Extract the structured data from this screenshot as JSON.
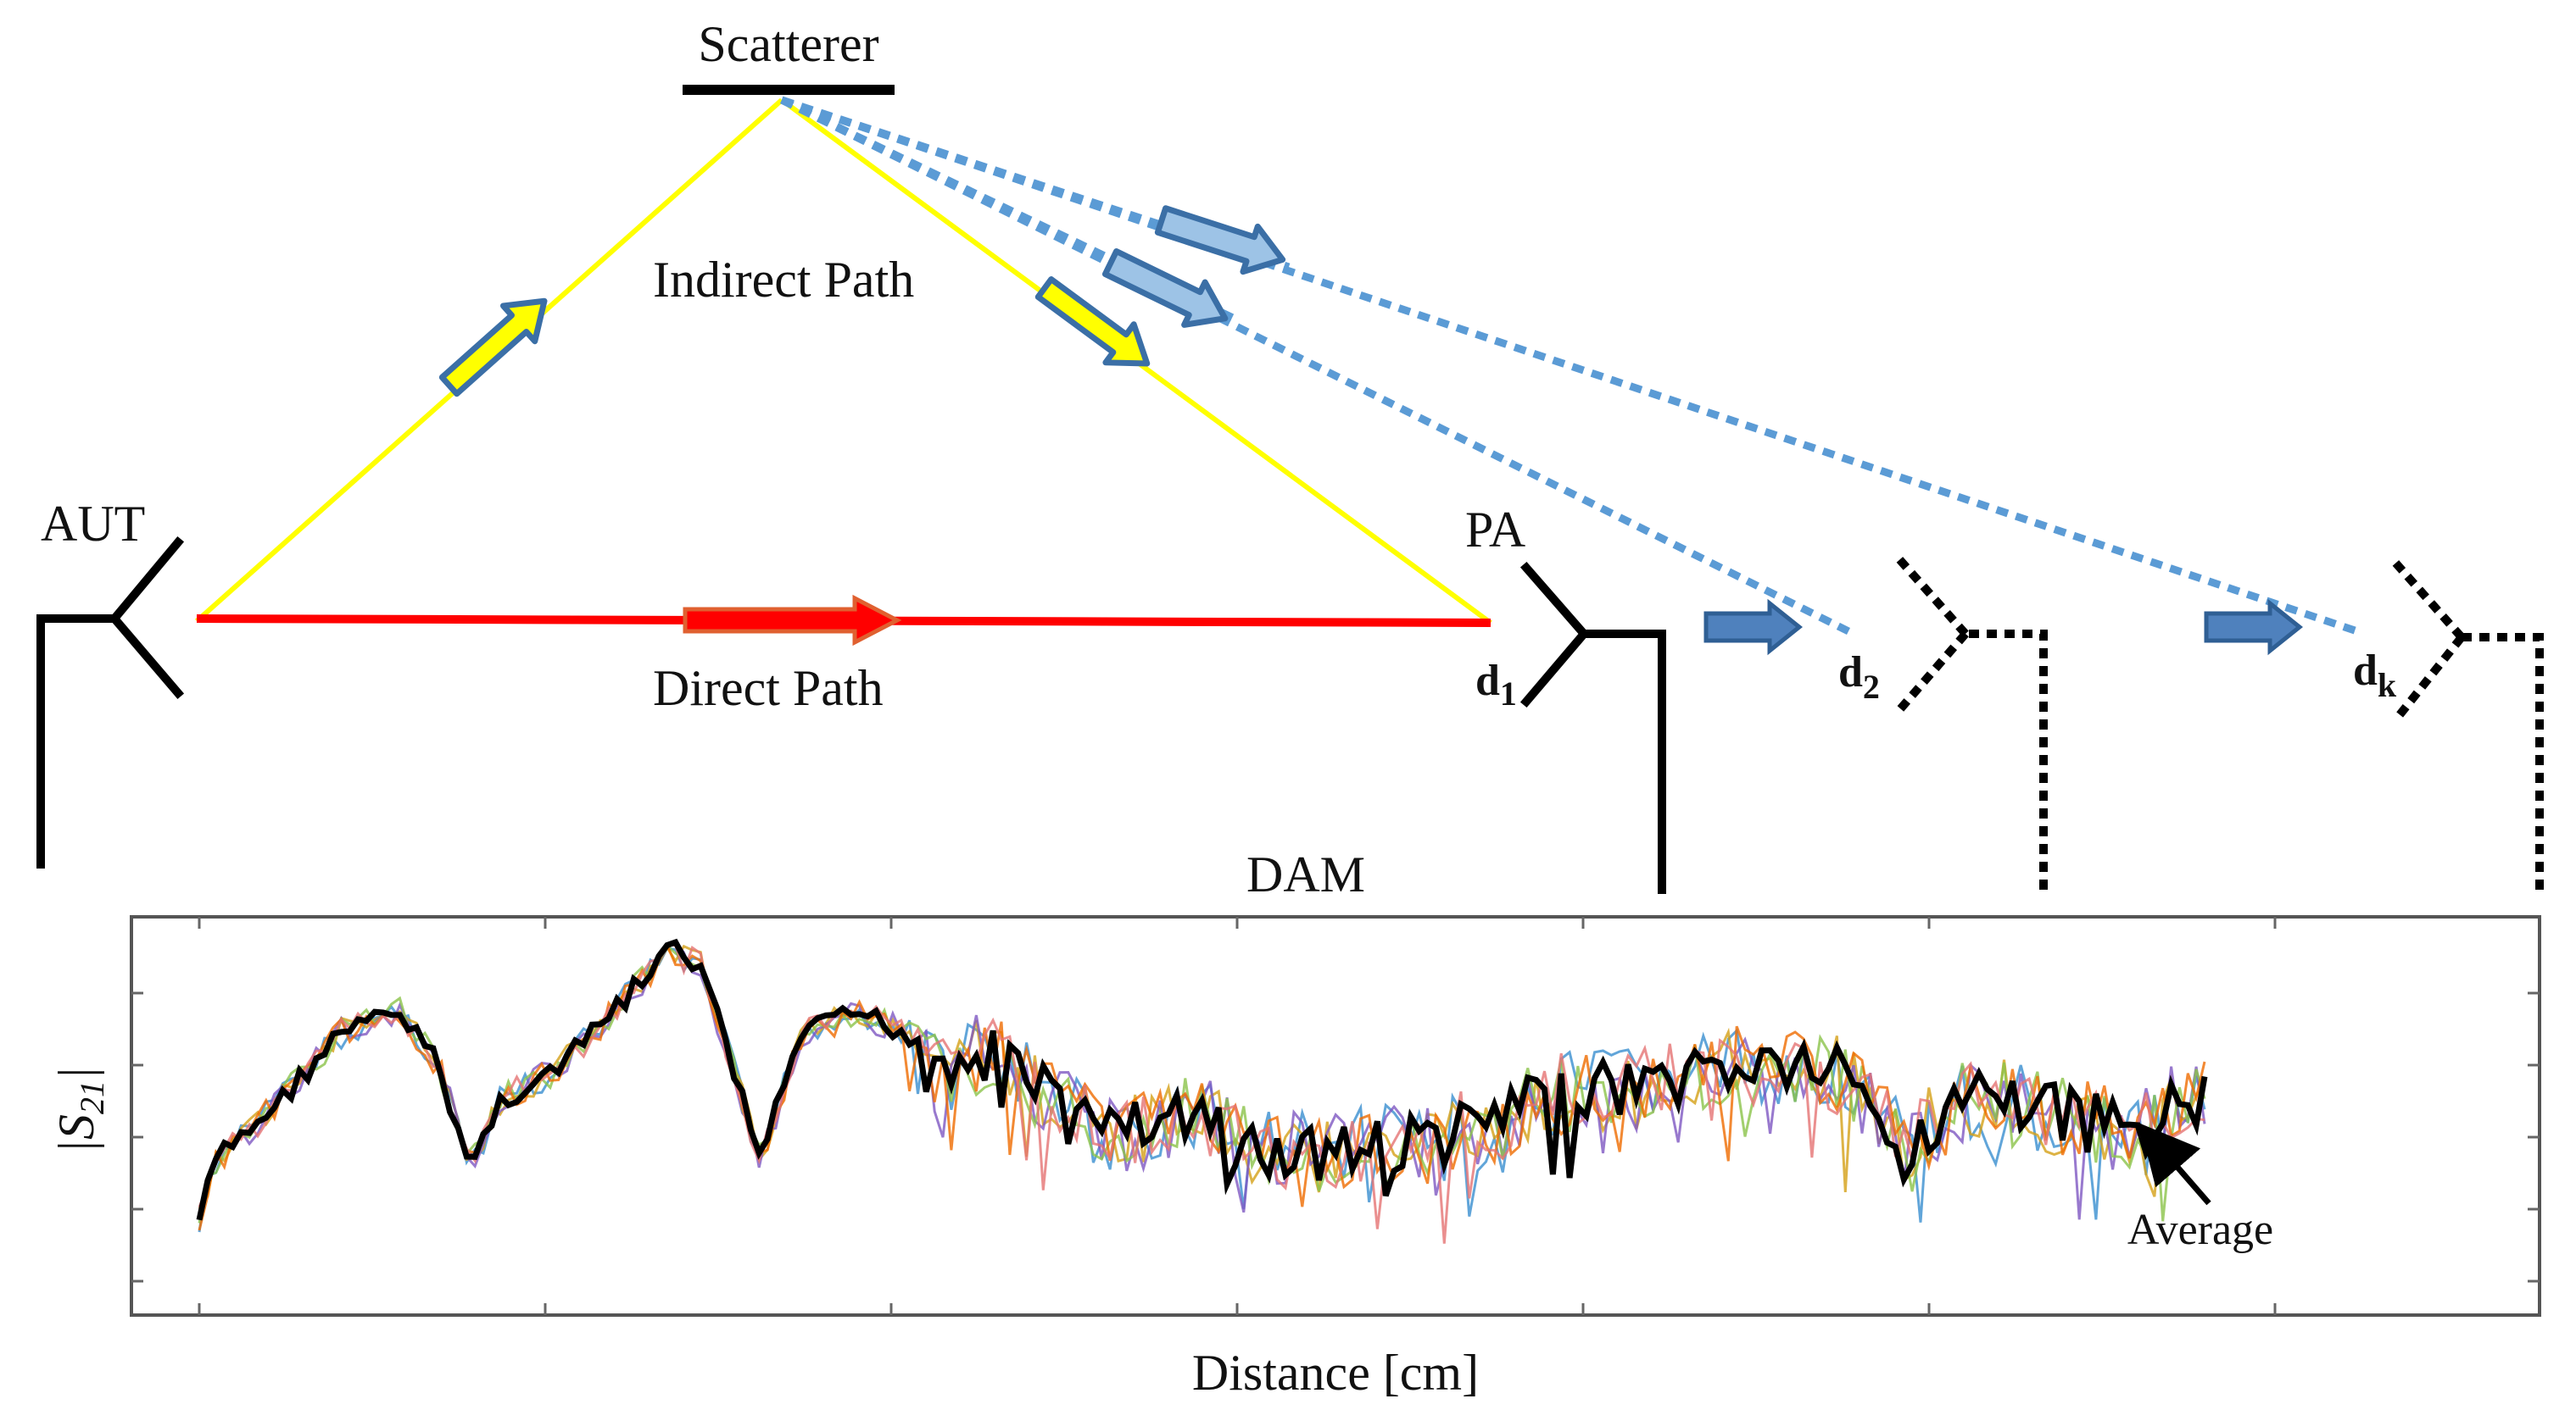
{
  "labels": {
    "scatterer": "Scatterer",
    "indirect_path": "Indirect Path",
    "direct_path": "Direct Path",
    "aut": "AUT",
    "pa": "PA",
    "dam": "DAM",
    "d1_main": "d",
    "d1_sub": "1",
    "d2_main": "d",
    "d2_sub": "2",
    "dk_main": "d",
    "dk_sub": "k",
    "average": "Average",
    "xlabel": "Distance [cm]",
    "ylabel_main": "|S",
    "ylabel_sub": "21",
    "ylabel_end": "|"
  },
  "colors": {
    "direct_path": "#ff0000",
    "indirect_path": "#ffff00",
    "blue_path": "#5b9bd5",
    "arrow_fill": "#4f81bd",
    "arrow_light_fill": "#9dc3e6",
    "average": "#000000",
    "series": [
      "#3a8fd0",
      "#d4a017",
      "#7e57c2",
      "#8bc34a",
      "#ef6c00",
      "#e57373"
    ]
  },
  "chart_data": {
    "type": "line",
    "title": "",
    "xlabel": "Distance [cm]",
    "ylabel": "|S21|",
    "x_tick_count": 7,
    "y_tick_count": 5,
    "grid": false,
    "series": [
      {
        "name": "Average",
        "samples": 240
      }
    ],
    "annotations": [
      "Average"
    ]
  }
}
